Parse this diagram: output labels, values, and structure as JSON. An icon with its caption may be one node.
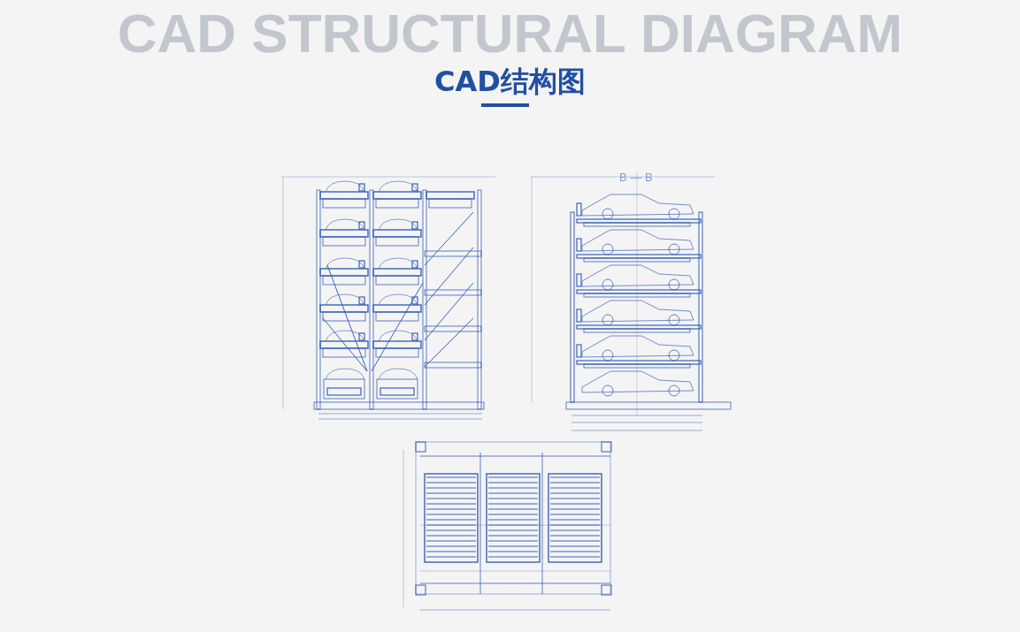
{
  "diagram": {
    "title": "CAD结构图",
    "labels": [
      "CAD STRUCTURAL DIAGRAM",
      "B — B"
    ]
  }
}
